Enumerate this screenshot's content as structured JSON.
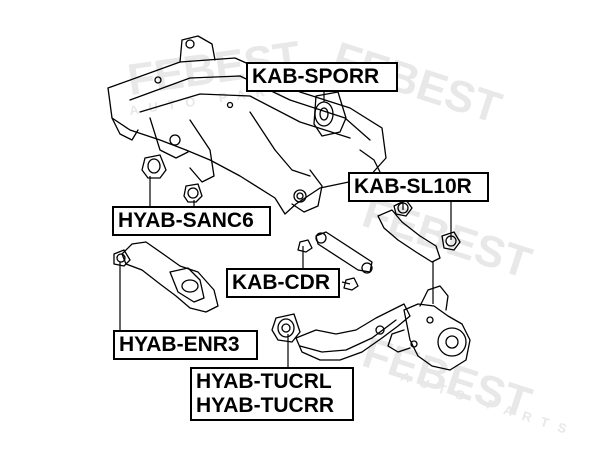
{
  "parts": [
    {
      "id": "kab-sporr",
      "code": "KAB-SPORR"
    },
    {
      "id": "kab-sl10r",
      "code": "KAB-SL10R"
    },
    {
      "id": "hyab-sanc6",
      "code": "HYAB-SANC6"
    },
    {
      "id": "kab-cdr",
      "code": "KAB-CDR"
    },
    {
      "id": "hyab-enr3",
      "code": "HYAB-ENR3"
    },
    {
      "id": "hyab-tucrl",
      "code": "HYAB-TUCRL"
    },
    {
      "id": "hyab-tucrr",
      "code": "HYAB-TUCRR"
    }
  ],
  "watermark": {
    "brand": "FEBEST",
    "tagline": "AUTO PARTS"
  },
  "colors": {
    "line": "#000000",
    "label_border": "#000000",
    "watermark": "#e6e6e6"
  }
}
